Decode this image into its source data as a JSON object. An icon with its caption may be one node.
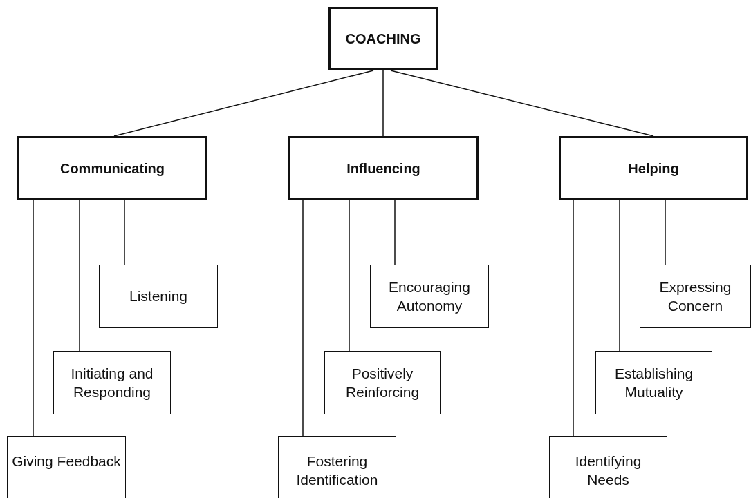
{
  "diagram": {
    "nodes": [
      {
        "text": [
          "COACHING"
        ]
      },
      {
        "text": [
          "Communicating"
        ]
      },
      {
        "text": [
          "Influencing"
        ]
      },
      {
        "text": [
          "Helping"
        ]
      },
      {
        "text": [
          "Listening"
        ]
      },
      {
        "text": [
          "Encouraging Autonomy"
        ]
      },
      {
        "text": [
          "Expressing Concern"
        ]
      },
      {
        "text": [
          "Initiating and Responding"
        ]
      },
      {
        "text": [
          "Positively Reinforcing"
        ]
      },
      {
        "text": [
          "Establishing Mutuality"
        ]
      },
      {
        "text": [
          "Giving Feedback"
        ]
      },
      {
        "text": [
          "Fostering Identification"
        ]
      },
      {
        "text": [
          "Identifying Needs"
        ]
      }
    ],
    "edges": [
      {
        "from": 0,
        "to": 1,
        "arrow": "none"
      },
      {
        "from": 0,
        "to": 2,
        "arrow": "none"
      },
      {
        "from": 0,
        "to": 3,
        "arrow": "none"
      },
      {
        "from": 1,
        "to": 10,
        "arrow": "none"
      },
      {
        "from": 1,
        "to": 7,
        "arrow": "none"
      },
      {
        "from": 1,
        "to": 4,
        "arrow": "none"
      },
      {
        "from": 2,
        "to": 11,
        "arrow": "none"
      },
      {
        "from": 2,
        "to": 8,
        "arrow": "none"
      },
      {
        "from": 2,
        "to": 5,
        "arrow": "none"
      },
      {
        "from": 3,
        "to": 12,
        "arrow": "none"
      },
      {
        "from": 3,
        "to": 9,
        "arrow": "none"
      },
      {
        "from": 3,
        "to": 6,
        "arrow": "none"
      }
    ]
  }
}
